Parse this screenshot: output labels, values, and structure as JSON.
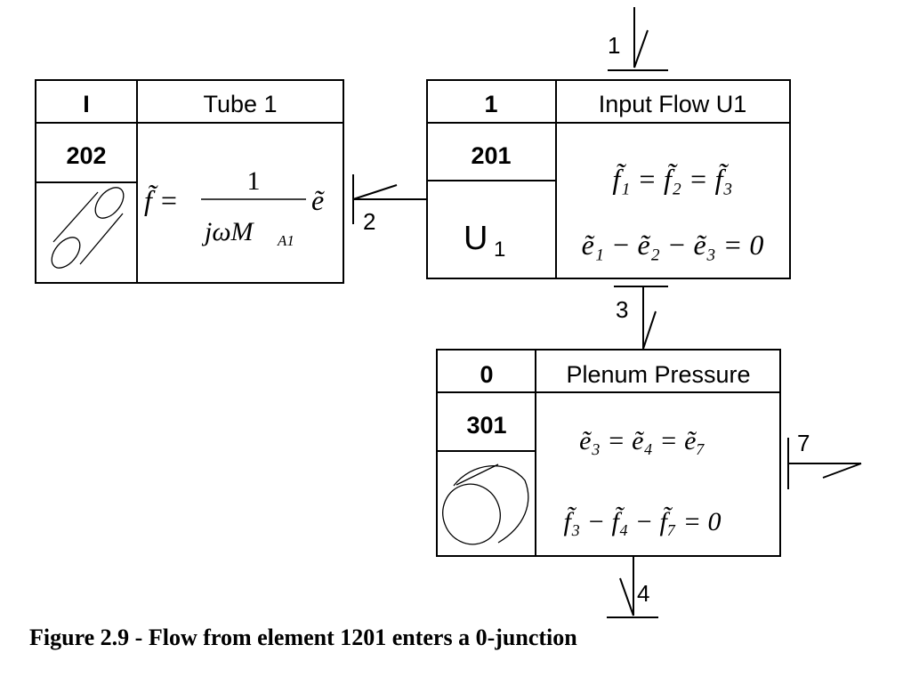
{
  "blocks": {
    "tube": {
      "type": "I",
      "name": "Tube 1",
      "id": "202",
      "eq_lhs": "f̃ =",
      "eq_num": "1",
      "eq_den": "jωM",
      "eq_den_sub": "A1",
      "eq_rhs": "ẽ"
    },
    "input": {
      "type": "1",
      "name": "Input Flow U1",
      "id": "201",
      "symbol": "U",
      "symbol_sub": "1",
      "eq1": "f̃₁ = f̃₂ = f̃₃",
      "eq2": "ẽ₁ − ẽ₂ − ẽ₃ = 0"
    },
    "plenum": {
      "type": "0",
      "name": "Plenum Pressure",
      "id": "301",
      "eq1": "ẽ₃ = ẽ₄ = ẽ₇",
      "eq2": "f̃₃ − f̃₄ − f̃₇ = 0"
    }
  },
  "bonds": {
    "b1": "1",
    "b2": "2",
    "b3": "3",
    "b4": "4",
    "b7": "7"
  },
  "caption": "Figure 2.9 - Flow from element 1201 enters a 0-junction"
}
